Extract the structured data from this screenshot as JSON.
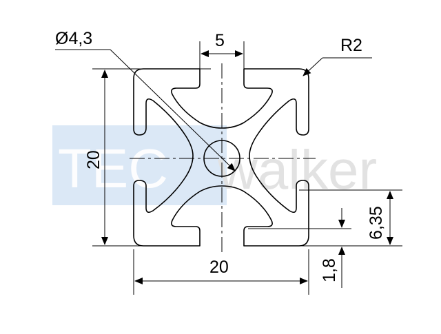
{
  "watermark": {
    "left_text": "TEC",
    "right_text": "walker",
    "left_color": "#dbe8f6",
    "right_color": "#e3e3e3"
  },
  "dimensions": {
    "hole_diameter": "Ø4,3",
    "slot_width": "5",
    "corner_radius": "R2",
    "height": "20",
    "width": "20",
    "slot_depth": "6,35",
    "wall_thickness": "1,8"
  },
  "colors": {
    "line": "#000000",
    "background": "#ffffff"
  }
}
